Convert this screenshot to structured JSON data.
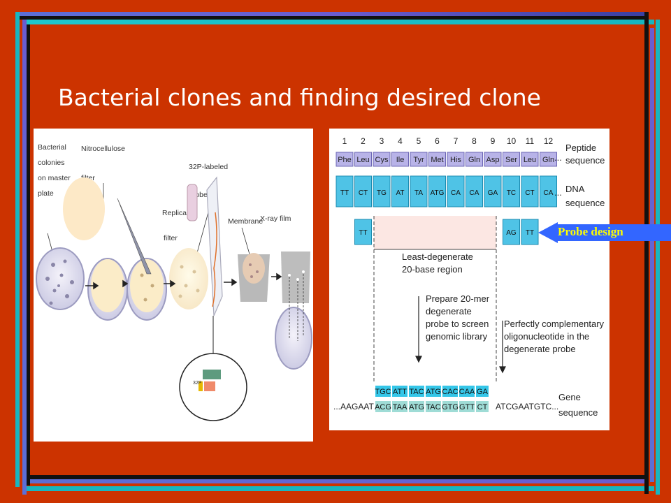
{
  "slide": {
    "title": "Bacterial clones and finding desired clone",
    "colors": {
      "background": "#cc3300",
      "title": "#ffffff",
      "callout_fill": "#3366ff",
      "callout_text": "#ffff00"
    }
  },
  "left_figure": {
    "labels": {
      "colonies": [
        "Bacterial",
        "colonies",
        "on master",
        "plate"
      ],
      "nitro": [
        "Nitrocellulose",
        "filter"
      ],
      "replica": [
        "Replica",
        "filter"
      ],
      "probe": [
        "32P-labeled",
        "probe"
      ],
      "membrane": "Membrane",
      "xray": "X-ray film",
      "p32": "32P"
    }
  },
  "right_figure": {
    "numbers": [
      "1",
      "2",
      "3",
      "4",
      "5",
      "6",
      "7",
      "8",
      "9",
      "10",
      "11",
      "12"
    ],
    "amino_acids": [
      "Phe",
      "Leu",
      "Cys",
      "Ile",
      "Tyr",
      "Met",
      "His",
      "Gln",
      "Asp",
      "Ser",
      "Leu",
      "Gln"
    ],
    "peptide_label": [
      "Peptide",
      "sequence"
    ],
    "dna_label": [
      "DNA",
      "sequence"
    ],
    "ellipsis": "...",
    "codons": [
      "TT",
      "CT",
      "TG",
      "AT",
      "TA",
      "ATG",
      "CA",
      "CA",
      "GA",
      "TC",
      "CT",
      "CA"
    ],
    "alt_codons": [
      "TT",
      "AG",
      "TT"
    ],
    "least_degenerate": [
      "Least-degenerate",
      "20-base region"
    ],
    "prepare": [
      "Prepare 20-mer",
      "degenerate",
      "probe to screen",
      "genomic library"
    ],
    "perfectly": [
      "Perfectly complementary",
      "oligonucleotide in the",
      "degenerate probe"
    ],
    "probe_seq": [
      "TGC",
      "ATT",
      "TAC",
      "ATG",
      "CAC",
      "CAA",
      "GA"
    ],
    "gene_prefix": "...AAGAAT",
    "gene_seq": [
      "ACG",
      "TAA",
      "ATG",
      "TAC",
      "GTG",
      "GTT",
      "CT"
    ],
    "gene_suffix": "ATCGAATGTC...",
    "gene_label": [
      "Gene",
      "sequence"
    ]
  },
  "callout": {
    "text": "Probe design"
  }
}
